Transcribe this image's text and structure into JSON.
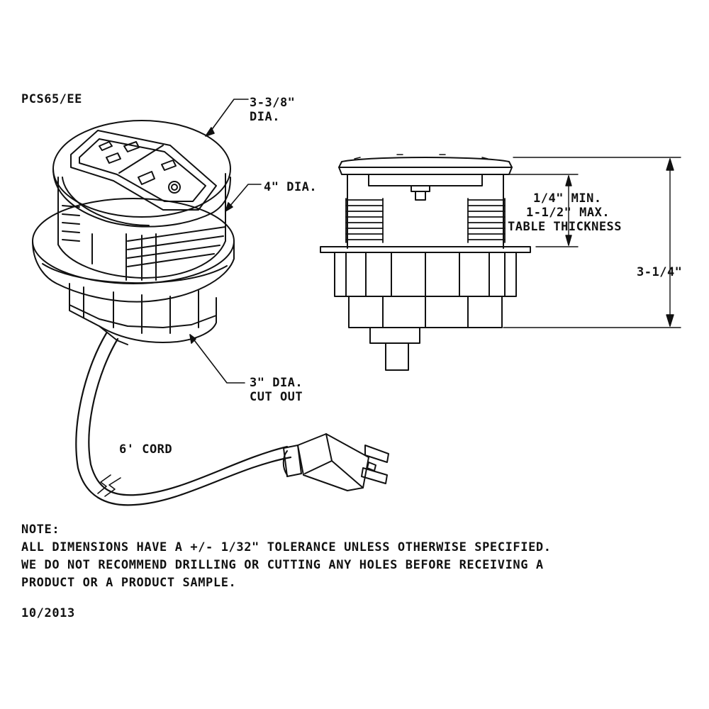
{
  "model": "PCS65/EE",
  "callouts": {
    "top_dia_line1": "3-3/8\"",
    "top_dia_line2": "DIA.",
    "flange_dia": "4\" DIA.",
    "cutout_line1": "3\" DIA.",
    "cutout_line2": "CUT OUT",
    "cord": "6' CORD",
    "thickness_line1": "1/4\" MIN.",
    "thickness_line2": "1-1/2\" MAX.",
    "thickness_line3": "TABLE THICKNESS",
    "height": "3-1/4\""
  },
  "notes": {
    "heading": "NOTE:",
    "line1": "ALL DIMENSIONS HAVE A +/- 1/32\" TOLERANCE UNLESS OTHERWISE SPECIFIED.",
    "line2": "WE DO NOT RECOMMEND DRILLING OR CUTTING ANY HOLES BEFORE RECEIVING A",
    "line3": "PRODUCT OR A PRODUCT SAMPLE."
  },
  "date": "10/2013"
}
